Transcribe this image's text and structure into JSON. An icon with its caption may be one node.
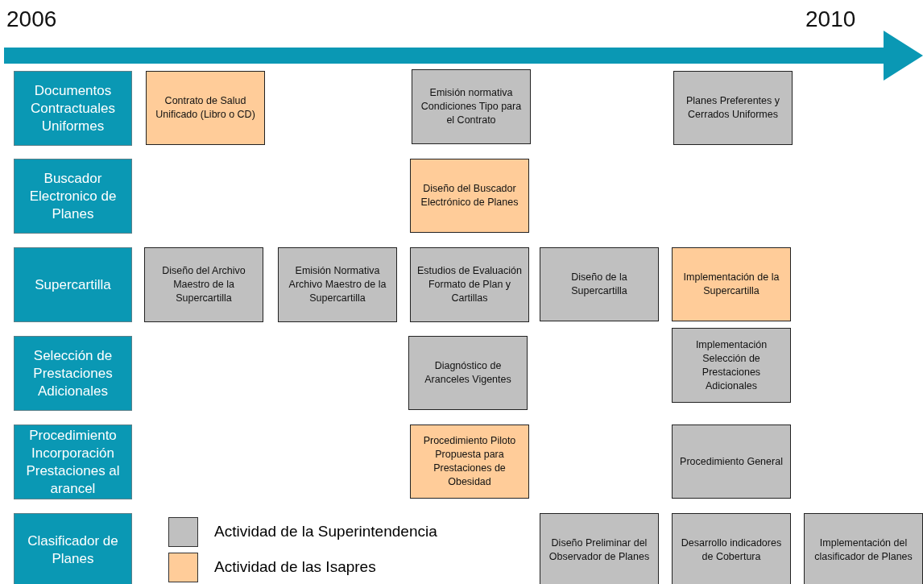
{
  "diagram": {
    "nodes": [
      {
        "text": [
          "Documentos Contractuales Uniformes"
        ]
      },
      {
        "text": [
          "Contrato de Salud Unificado (Libro o CD)"
        ]
      },
      {
        "text": [
          "Emisión normativa Condiciones Tipo para el Contrato"
        ]
      },
      {
        "text": [
          "Planes Preferentes y Cerrados Uniformes"
        ]
      },
      {
        "text": [
          "Buscador Electronico de Planes"
        ]
      },
      {
        "text": [
          "Diseño del Buscador Electrónico de Planes"
        ]
      },
      {
        "text": [
          "Supercartilla"
        ]
      },
      {
        "text": [
          "Diseño del Archivo Maestro de la Supercartilla"
        ]
      },
      {
        "text": [
          "Emisión Normativa Archivo Maestro de la Supercartilla"
        ]
      },
      {
        "text": [
          "Estudios de Evaluación Formato de Plan y Cartillas"
        ]
      },
      {
        "text": [
          "Diseño de la Supercartilla"
        ]
      },
      {
        "text": [
          "Implementación de la Supercartilla"
        ]
      },
      {
        "text": [
          "Selección de Prestaciones Adicionales"
        ]
      },
      {
        "text": [
          "Diagnóstico de Aranceles Vigentes"
        ]
      },
      {
        "text": [
          "Implementación Selección de Prestaciones Adicionales"
        ]
      },
      {
        "text": [
          "Procedimiento Incorporación Prestaciones al arancel"
        ]
      },
      {
        "text": [
          "Procedimiento Piloto  Propuesta para Prestaciones de Obesidad"
        ]
      },
      {
        "text": [
          "Procedimiento General"
        ]
      },
      {
        "text": [
          "Clasificador de Planes"
        ]
      },
      {
        "text": [
          "Diseño Preliminar del Observador de Planes"
        ]
      },
      {
        "text": [
          "Desarrollo indicadores de Cobertura"
        ]
      },
      {
        "text": [
          "Implementación del clasificador de Planes"
        ]
      }
    ],
    "labels": [
      "2006",
      "2010"
    ],
    "legend": [
      {
        "text": "Actividad de la Superintendencia",
        "color": "#c0c0c0"
      },
      {
        "text": "Actividad de las Isapres",
        "color": "#ffcc99"
      }
    ]
  }
}
